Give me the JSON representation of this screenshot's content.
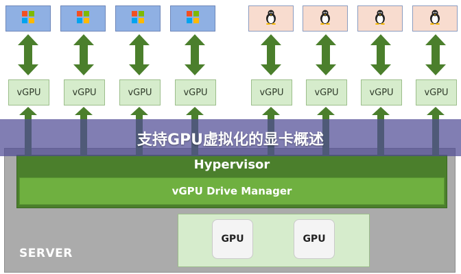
{
  "vms": [
    {
      "os_icon": "windows-logo-icon",
      "vgpu_label": "vGPU"
    },
    {
      "os_icon": "windows-logo-icon",
      "vgpu_label": "vGPU"
    },
    {
      "os_icon": "windows-logo-icon",
      "vgpu_label": "vGPU"
    },
    {
      "os_icon": "windows-logo-icon",
      "vgpu_label": "vGPU"
    },
    {
      "os_icon": "linux-penguin-icon",
      "vgpu_label": "vGPU"
    },
    {
      "os_icon": "linux-penguin-icon",
      "vgpu_label": "vGPU"
    },
    {
      "os_icon": "linux-penguin-icon",
      "vgpu_label": "vGPU"
    },
    {
      "os_icon": "linux-penguin-icon",
      "vgpu_label": "vGPU"
    }
  ],
  "title": "支持GPU虚拟化的显卡概述",
  "hypervisor": {
    "label": "Hypervisor"
  },
  "drive_manager": {
    "label": "vGPU Drive Manager"
  },
  "gpus": [
    {
      "label": "GPU"
    },
    {
      "label": "GPU"
    }
  ],
  "server": {
    "label": "SERVER"
  },
  "colors": {
    "windows_box": "#8fb0e3",
    "linux_box": "#f8dccf",
    "arrow_green": "#4b7f2c",
    "vgpu_box": "#d6eccc",
    "hypervisor": "#4b7f2c",
    "drive_manager": "#6fb040",
    "server": "#ababab",
    "title_band": "#504c96"
  }
}
